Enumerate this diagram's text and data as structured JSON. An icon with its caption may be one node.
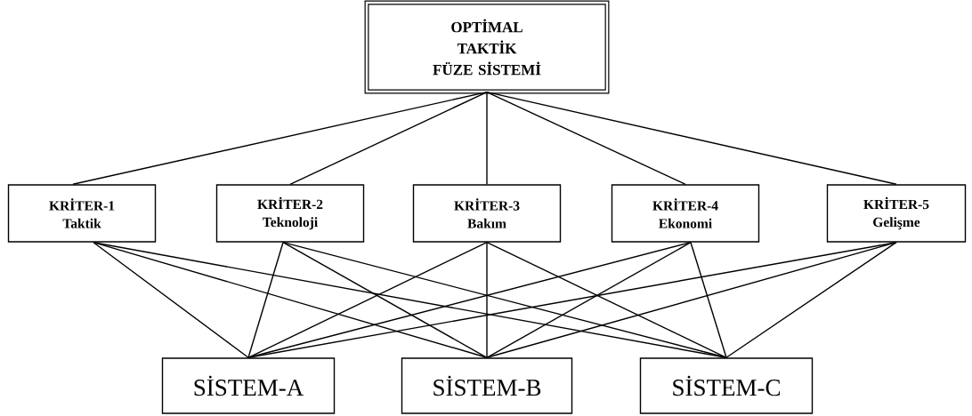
{
  "diagram": {
    "nodes": [
      {
        "text": [
          "OPTİMAL TAKTİK FÜZE SİSTEMİ"
        ]
      },
      {
        "text": [
          "KRİTER-1",
          "Taktik"
        ]
      },
      {
        "text": [
          "KRİTER-2",
          "Teknoloji"
        ]
      },
      {
        "text": [
          "KRİTER-3",
          "Bakım"
        ]
      },
      {
        "text": [
          "KRİTER-4",
          "Ekonomi"
        ]
      },
      {
        "text": [
          "KRİTER-5",
          "Gelişme"
        ]
      },
      {
        "text": [
          "SİSTEM-A"
        ]
      },
      {
        "text": [
          "SİSTEM-B"
        ]
      },
      {
        "text": [
          "SİSTEM-C"
        ]
      }
    ],
    "edges": [
      {
        "from": 0,
        "to": 1,
        "arrow": "none"
      },
      {
        "from": 0,
        "to": 2,
        "arrow": "none"
      },
      {
        "from": 0,
        "to": 3,
        "arrow": "none"
      },
      {
        "from": 0,
        "to": 4,
        "arrow": "none"
      },
      {
        "from": 0,
        "to": 5,
        "arrow": "none"
      },
      {
        "from": 1,
        "to": 6,
        "arrow": "none"
      },
      {
        "from": 1,
        "to": 7,
        "arrow": "none"
      },
      {
        "from": 1,
        "to": 8,
        "arrow": "none"
      },
      {
        "from": 2,
        "to": 6,
        "arrow": "none"
      },
      {
        "from": 2,
        "to": 7,
        "arrow": "none"
      },
      {
        "from": 2,
        "to": 8,
        "arrow": "none"
      },
      {
        "from": 3,
        "to": 6,
        "arrow": "none"
      },
      {
        "from": 3,
        "to": 7,
        "arrow": "none"
      },
      {
        "from": 3,
        "to": 8,
        "arrow": "none"
      },
      {
        "from": 4,
        "to": 6,
        "arrow": "none"
      },
      {
        "from": 4,
        "to": 7,
        "arrow": "none"
      },
      {
        "from": 4,
        "to": 8,
        "arrow": "none"
      },
      {
        "from": 5,
        "to": 6,
        "arrow": "none"
      },
      {
        "from": 5,
        "to": 7,
        "arrow": "none"
      },
      {
        "from": 5,
        "to": 8,
        "arrow": "none"
      }
    ]
  }
}
